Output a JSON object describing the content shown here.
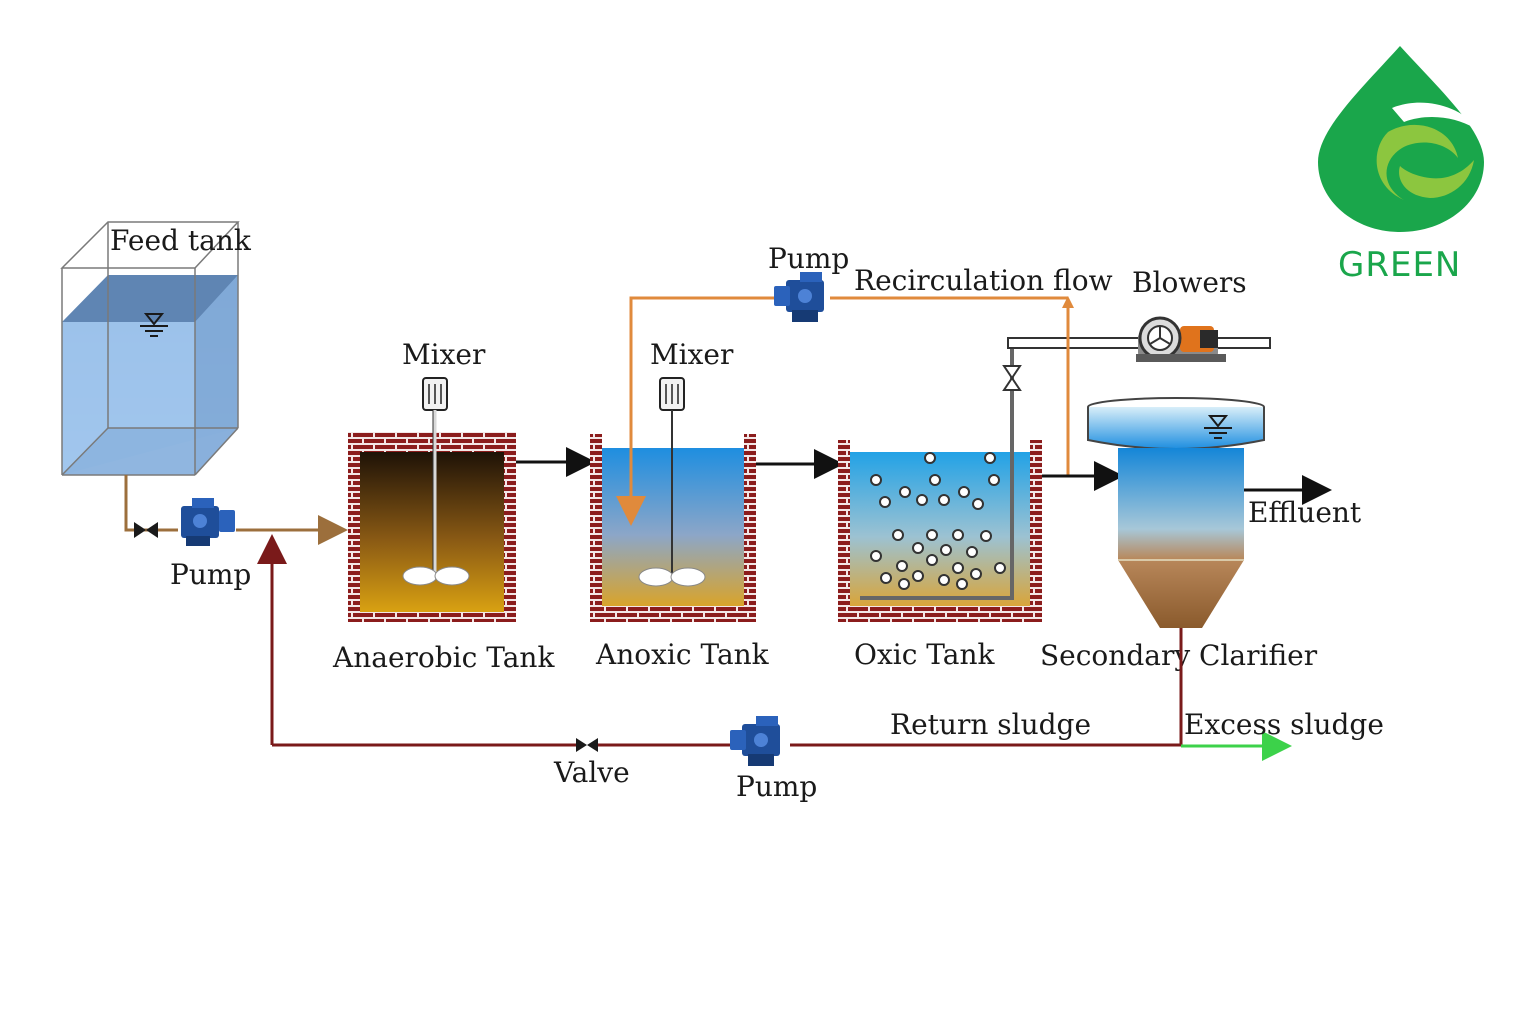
{
  "labels": {
    "feed_tank": "Feed tank",
    "feed_pump": "Pump",
    "mixer_1": "Mixer",
    "mixer_2": "Mixer",
    "recirc_pump": "Pump",
    "recirculation_flow": "Recirculation  flow",
    "blowers": "Blowers",
    "anaerobic_tank": "Anaerobic Tank",
    "anoxic_tank": "Anoxic Tank",
    "oxic_tank": "Oxic  Tank",
    "secondary_clarifier": "Secondary Clarifier",
    "effluent": "Effluent",
    "return_sludge": "Return sludge",
    "excess_sludge": "Excess sludge",
    "valve": "Valve",
    "return_pump": "Pump"
  },
  "logo": {
    "text": "GREEN"
  },
  "colors": {
    "feed_pipe": "#9c6f3c",
    "recirculation_pipe": "#e08a3c",
    "return_sludge_pipe": "#7a1a1a",
    "excess_sludge_pipe": "#3cd24a",
    "brick": "#8b1c1c",
    "pump_blue": "#1f4e9a",
    "logo_green": "#1aa64b",
    "logo_lime": "#8cc63f"
  },
  "icons": {
    "pump": "pump-icon",
    "mixer": "mixer-icon",
    "valve": "valve-icon",
    "blower": "blower-icon",
    "water_level": "water-level-icon"
  }
}
